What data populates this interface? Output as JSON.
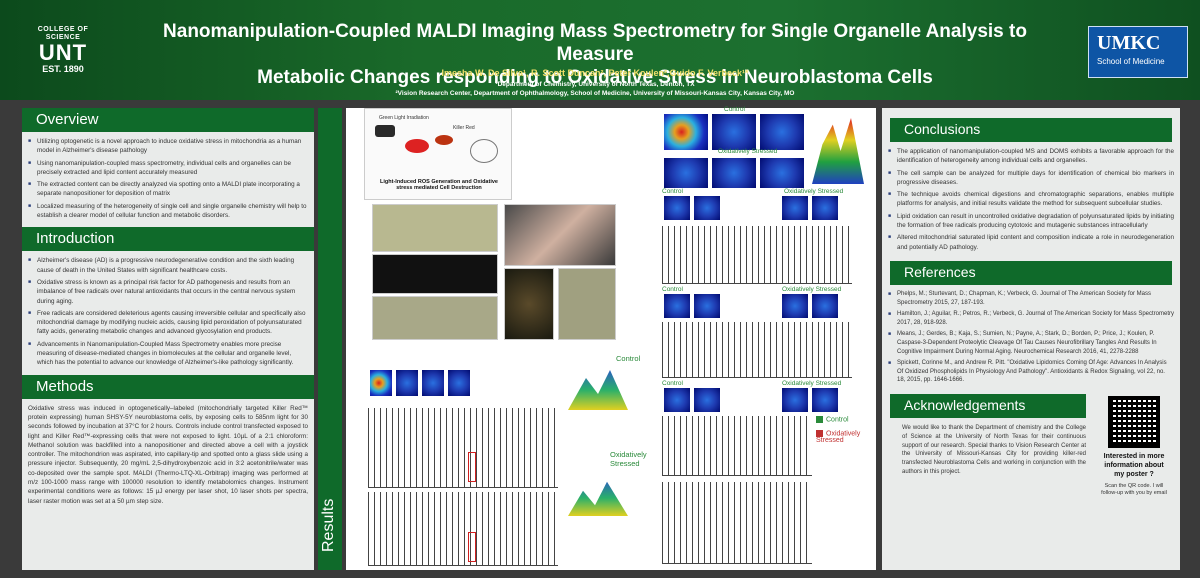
{
  "header": {
    "unt_small": "COLLEGE OF SCIENCE",
    "unt_name": "UNT",
    "unt_est": "EST. 1890",
    "title_line1": "Nanomanipulation-Coupled MALDI Imaging Mass Spectrometry for Single Organelle Analysis to Measure",
    "title_line2": "Metabolic Changes responding to Oxidative Stress in Neuroblastoma Cells",
    "authors": "Imesha W. De Silva¹, R. Scott Duncan², Peter Koulen²,Guido F. Verbeck¹*",
    "affil1": "¹Department of Chemistry, University of North Texas, Denton, TX",
    "affil2": "²Vision Research Center, Department of Ophthalmology, School of Medicine, University of Missouri-Kansas City, Kansas City, MO",
    "umkc_name": "UMKC",
    "umkc_sub": "School of Medicine"
  },
  "overview": {
    "heading": "Overview",
    "bullets": [
      "Utilizing optogenetic is a novel approach to induce oxidative stress in mitochondria as a human model in Alzheimer's disease pathology",
      "Using nanomanipulation-coupled mass spectrometry, individual cells and organelles can be precisely extracted and lipid content accurately measured",
      "The extracted content can be directly analyzed via spotting onto a MALDI plate incorporating a separate nanopositioner for deposition of matrix",
      "Localized measuring of the heterogeneity of single cell and single organelle chemistry will help to establish a clearer model of cellular function and metabolic disorders."
    ]
  },
  "introduction": {
    "heading": "Introduction",
    "bullets": [
      "Alzheimer's disease (AD) is a progressive neurodegenerative condition and the sixth leading cause of death in the United States with significant healthcare costs.",
      "Oxidative stress is known as a principal risk factor for AD pathogenesis and results from an imbalance of free radicals over natural antioxidants that occurs in the central nervous system during aging.",
      "Free radicals are considered deleterious agents causing irreversible cellular and specifically also mitochondrial damage by modifying nucleic acids, causing lipid peroxidation of polyunsaturated fatty acids, generating metabolic changes and advanced glycosylation end products.",
      "Advancements in Nanomanipulation-Coupled Mass Spectrometry enables more precise measuring of disease-mediated changes in biomolecules at the cellular and organelle level, which has the potential to advance our knowledge of Alzheimer's-like pathology significantly."
    ]
  },
  "methods": {
    "heading": "Methods",
    "text": "Oxidative stress was induced in optogenetically–labeled (mitochondrially targeted Killer Red™ protein expressing) human SHSY-5Y neuroblastoma cells, by exposing cells to 585nm light for 30 seconds followed by incubation at 37°C for 2 hours. Controls include control transfected exposed to light and Killer Red™-expressing cells that were not exposed to light. 10µL of a 2:1 chloroform: Methanol solution was backfilled into a nanopositioner and directed above a cell with a joystick controller. The mitochondrion was aspirated, into capillary-tip and spotted onto a glass slide using a pressure injector. Subsequently, 20 mg/mL 2,5-dihydroxybenzoic acid in 3:2 acetonitrile/water was co-deposited over the sample spot. MALDI (Thermo-LTQ-XL-Orbitrap) imaging was performed at m/z 100-1000 mass range with 100000 resolution to identify metabolomics changes. Instrument experimental conditions were as follows: 15 µJ energy per laser shot, 10 laser shots per spectra, laser raster motion was set at a 50 µm step size."
  },
  "results": {
    "label": "Results",
    "scheme_top": "Green Light Irradiation",
    "scheme_killer": "Killer Red",
    "scheme_caption1": "Light-Induced ROS Generation and Oxidative",
    "scheme_caption2": "stress mediated Cell Destruction",
    "control": "Control",
    "oxidatively_stressed": "Oxidatively Stressed",
    "legend_control": "Control",
    "legend_stressed": "Oxidatively Stressed"
  },
  "conclusions": {
    "heading": "Conclusions",
    "bullets": [
      "The application of nanomanipulation-coupled MS and DOMS exhibits a favorable approach for the identification of heterogeneity among individual cells and organelles.",
      "The cell sample can be analyzed for multiple days for identification of chemical bio markers in progressive diseases.",
      "The technique avoids chemical digestions and chromatographic separations, enables multiple platforms for analysis, and initial results validate the method for subsequent subcellular studies.",
      "Lipid oxidation can result in uncontrolled oxidative degradation of polyunsaturated lipids by initiating the formation of free radicals producing cytotoxic and mutagenic substances intracellularly",
      "Altered mitochondrial saturated lipid content and composition indicate a role in neurodegeneration and potentially AD pathology."
    ]
  },
  "references": {
    "heading": "References",
    "items": [
      "Phelps, M.; Sturtevant, D.; Chapman, K.; Verbeck, G. Journal of The American Society for Mass Spectrometry 2015, 27, 187-193.",
      "Hamilton, J.; Aguilar, R.; Petros, R.; Verbeck, G. Journal of The American Society for Mass Spectrometry 2017, 28, 918-928.",
      "Means, J.; Gerdes, B.; Kaja, S.; Sumien, N.; Payne, A.; Stark, D.; Borden, P.; Price, J.; Koulen, P. Caspase-3-Dependent Proteolytic Cleavage Of Tau Causes Neurofibrillary Tangles And Results In Cognitive Impairment During Normal Aging. Neurochemical Research 2016, 41, 2278-2288",
      "Spickett, Corinne M., and Andrew R. Pitt. \"Oxidative Lipidomics Coming Of Age: Advances In Analysis Of Oxidized Phospholipids In Physiology And Pathology\". Antioxidants & Redox Signaling, vol 22, no. 18, 2015, pp. 1646-1666."
    ]
  },
  "acknowledgements": {
    "heading": "Acknowledgements",
    "text": "We would like to thank the Department of chemistry and the College of Science at the University of North Texas for their continuous support of our research. Special thanks to Vision Research Center at the University of Missouri-Kansas City for providing killer-red transfected Neuroblastoma Cells and working in conjunction with the authors in this project.",
    "qr_title": "Interested in more information about my poster ?",
    "qr_sub": "Scan the QR code. I will follow-up with you by email"
  },
  "colors": {
    "green": "#0f6a2a",
    "panel": "#e9ebea",
    "author_yellow": "#f2e06a",
    "umkc_blue": "#0e55a5"
  }
}
